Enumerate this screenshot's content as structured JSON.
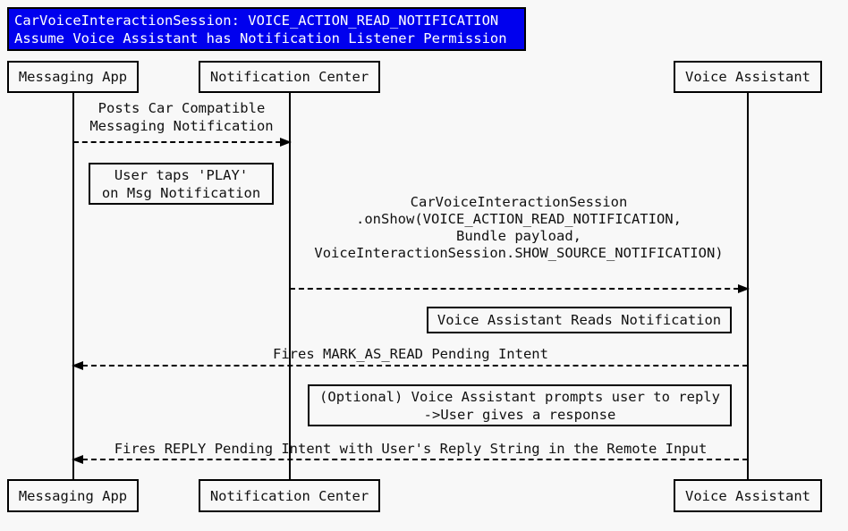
{
  "colors": {
    "background": "#f8f8f8",
    "title_background": "#0000ee",
    "title_text": "#ffffff",
    "line_color": "#000000",
    "text_color": "#111111"
  },
  "title": {
    "lines": [
      "CarVoiceInteractionSession: VOICE_ACTION_READ_NOTIFICATION",
      "Assume Voice Assistant has Notification Listener Permission"
    ]
  },
  "actors": {
    "messaging_app": "Messaging App",
    "notification_center": "Notification Center",
    "voice_assistant": "Voice Assistant"
  },
  "messages": {
    "post_notification": {
      "from": "Messaging App",
      "to": "Notification Center",
      "direction": "right",
      "lines": [
        "Posts Car Compatible",
        "Messaging Notification"
      ]
    },
    "on_show": {
      "from": "Notification Center",
      "to": "Voice Assistant",
      "direction": "right",
      "lines": [
        "CarVoiceInteractionSession",
        ".onShow(VOICE_ACTION_READ_NOTIFICATION,",
        "Bundle payload,",
        "VoiceInteractionSession.SHOW_SOURCE_NOTIFICATION)"
      ]
    },
    "mark_as_read": {
      "from": "Voice Assistant",
      "to": "Messaging App",
      "direction": "left",
      "lines": [
        "Fires MARK_AS_READ Pending Intent"
      ]
    },
    "reply": {
      "from": "Voice Assistant",
      "to": "Messaging App",
      "direction": "left",
      "lines": [
        "Fires REPLY Pending Intent with User's Reply String in the Remote Input"
      ]
    }
  },
  "notes": {
    "user_taps_play": {
      "lines": [
        "User taps 'PLAY'",
        "on Msg Notification"
      ]
    },
    "reads_notification": {
      "lines": [
        "Voice Assistant Reads Notification"
      ]
    },
    "optional_prompt": {
      "lines": [
        "(Optional) Voice Assistant prompts user to reply",
        "->User gives a response"
      ]
    }
  }
}
